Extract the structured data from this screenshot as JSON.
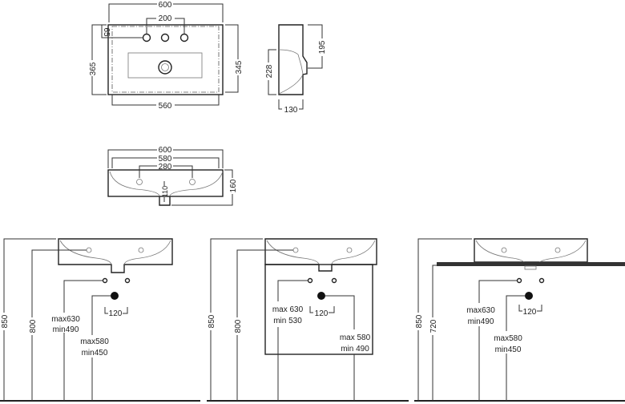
{
  "plan_view": {
    "width_overall": "600",
    "tap_spacing": "200",
    "tap_offset": "65",
    "depth_overall": "365",
    "depth_inner": "345",
    "width_inner": "560"
  },
  "side_view": {
    "height_total": "195",
    "bowl_height": "228",
    "depth": "130"
  },
  "front_view": {
    "width_overall": "600",
    "width_inner": "580",
    "hole_spacing": "280",
    "height": "160",
    "drain_height": "110"
  },
  "installations": [
    {
      "height_top": "850",
      "height_second": "800",
      "supply_range": [
        "max630",
        "min490"
      ],
      "waste_range": [
        "max580",
        "min450"
      ],
      "supply_spacing": "120"
    },
    {
      "height_top": "850",
      "height_second": "800",
      "supply_range": [
        "max 630",
        "min 530"
      ],
      "waste_range": [
        "max 580",
        "min 490"
      ],
      "supply_spacing": "120"
    },
    {
      "height_top": "850",
      "height_second": "720",
      "supply_range": [
        "max630",
        "min490"
      ],
      "waste_range": [
        "max580",
        "min450"
      ],
      "supply_spacing": "120"
    }
  ]
}
